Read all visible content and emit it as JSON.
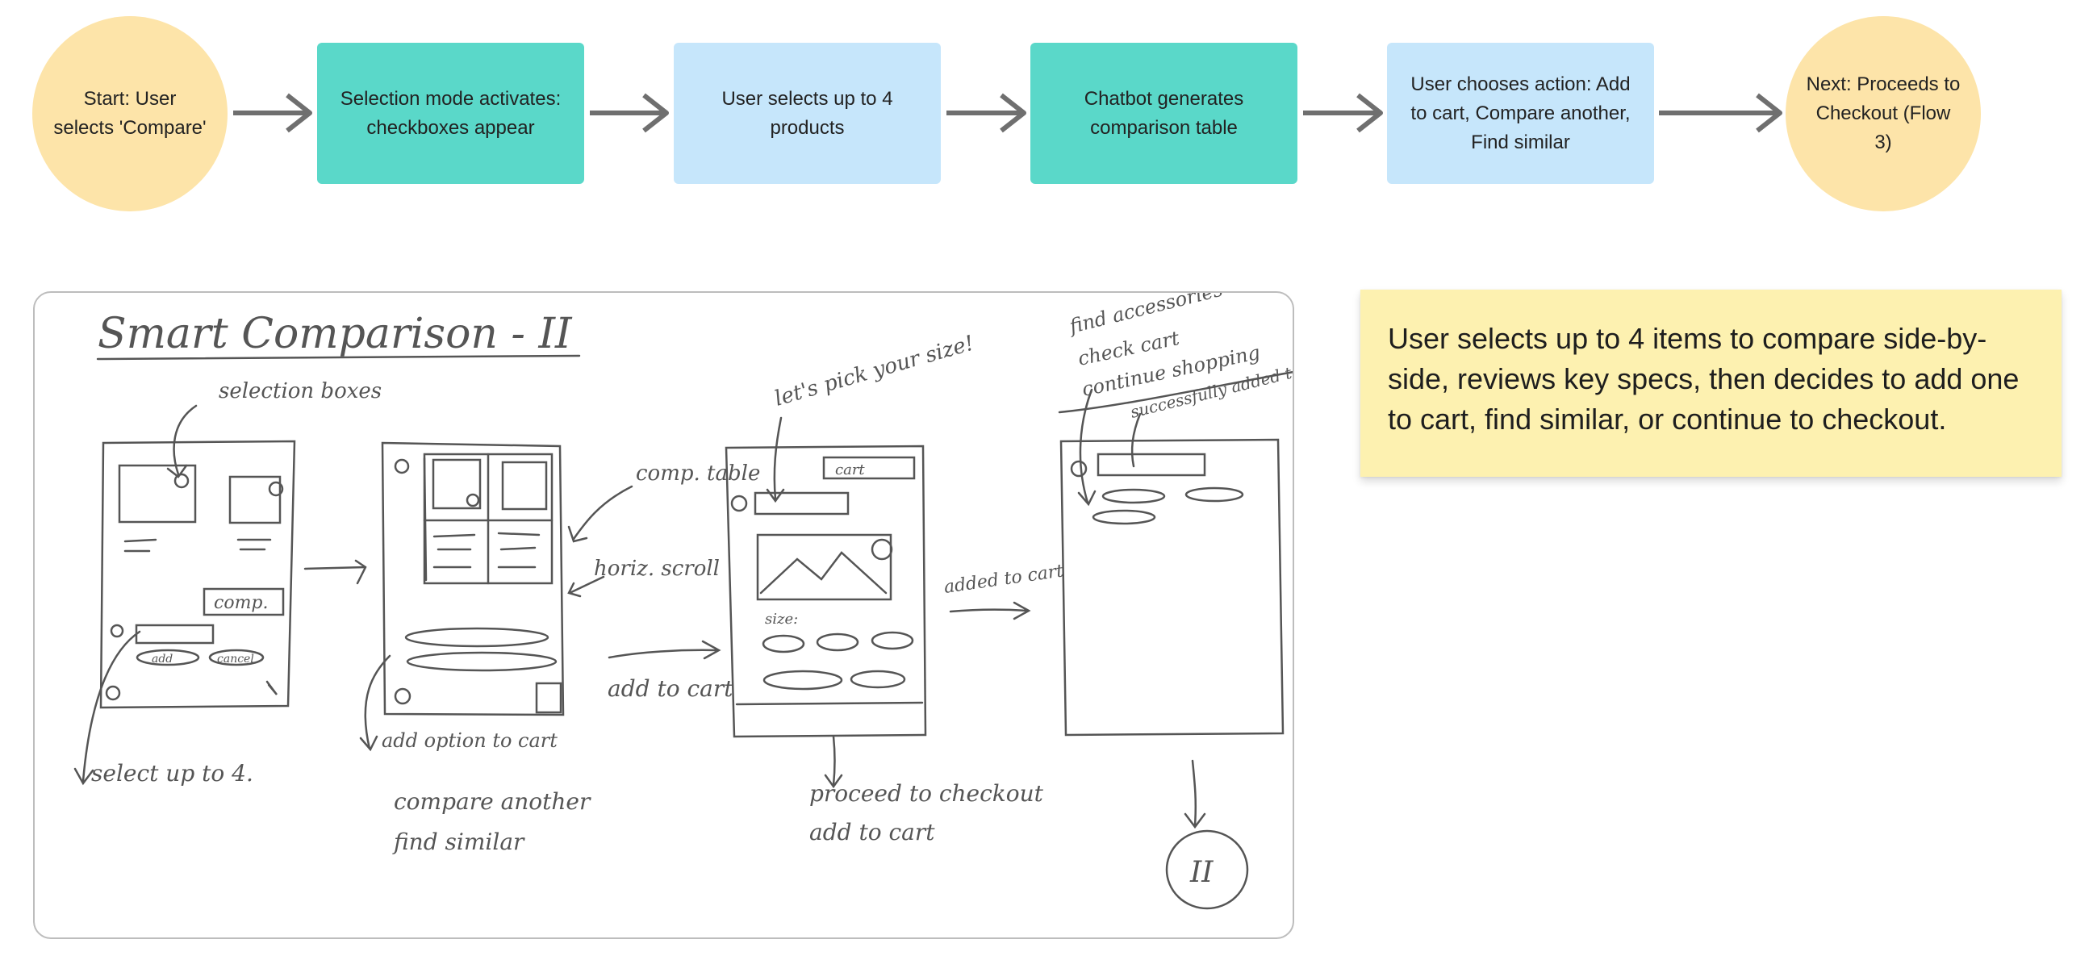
{
  "flow": {
    "nodes": [
      {
        "id": "start",
        "shape": "circle",
        "color": "#fde4a9",
        "text": "Start: User selects 'Compare'"
      },
      {
        "id": "selection_mode",
        "shape": "rect",
        "color": "#5ad8c9",
        "text": "Selection mode activates: checkboxes appear"
      },
      {
        "id": "select_products",
        "shape": "rect",
        "color": "#c6e6fb",
        "text": "User selects up to 4 products"
      },
      {
        "id": "comparison_table",
        "shape": "rect",
        "color": "#5ad8c9",
        "text": "Chatbot generates comparison table"
      },
      {
        "id": "choose_action",
        "shape": "rect",
        "color": "#c6e6fb",
        "text": "User chooses action: Add to cart, Compare another, Find similar"
      },
      {
        "id": "next",
        "shape": "circle",
        "color": "#fde4a9",
        "text": "Next: Proceeds to Checkout (Flow 3)"
      }
    ],
    "arrow_color": "#6f6f6f"
  },
  "sketch": {
    "title": "Smart Comparison - II",
    "notes": {
      "selection_boxes": "selection boxes",
      "comp_button": "comp.",
      "add_button": "add",
      "cancel_button": "cancel",
      "select_up_to": "select up to 4.",
      "comp_table": "comp. table",
      "horiz_scroll": "horiz. scroll",
      "add_to_cart_left": "add to cart",
      "option_add_cart": "add option to cart",
      "option_compare": "compare another",
      "option_find_similar": "find similar",
      "lets_pick": "let's pick your size!",
      "cart": "cart",
      "size": "size:",
      "added_to_cart": "added to cart",
      "proceed_checkout": "proceed to checkout",
      "add_to_cart": "add to cart",
      "find_accessories": "find accessories",
      "check_cart": "check cart",
      "continue_shopping": "continue shopping",
      "successfully": "successfully added to cart",
      "next_flow": "II"
    }
  },
  "sticky_note": {
    "text": "User selects up to 4 items to compare side-by-side, reviews key specs, then decides to add one to cart, find similar, or continue to checkout.",
    "color": "#fdf1b0"
  }
}
